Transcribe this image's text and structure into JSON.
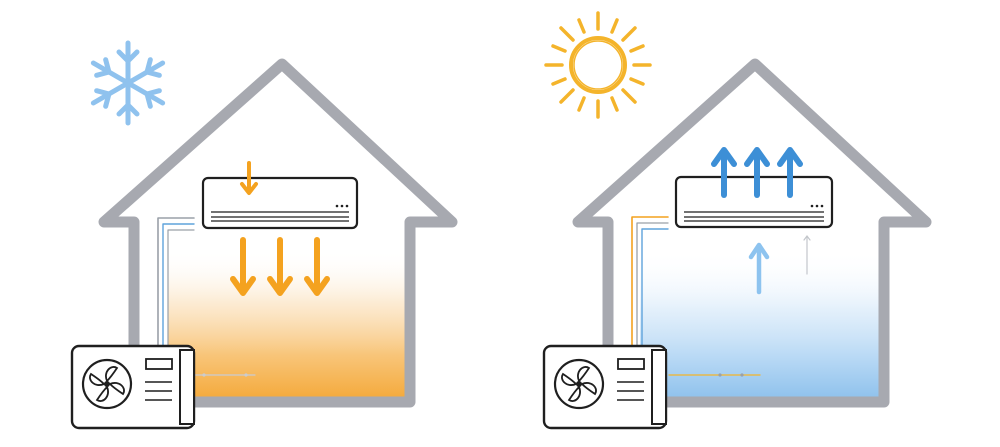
{
  "colors": {
    "house": "#a7a9b0",
    "orange": "#f4a21f",
    "orange_light": "#f7c26b",
    "blue": "#3d8fd6",
    "blue_light": "#8dc3ef",
    "unit_stroke": "#1f1f1f",
    "pipe_gray": "#9aa0a8",
    "snowflake": "#8fc2ee",
    "sun": "#f4b42b"
  },
  "panels": [
    {
      "mode": "heating",
      "weather_icon": "snowflake-icon",
      "airflow": "down",
      "fill": "orange"
    },
    {
      "mode": "cooling",
      "weather_icon": "sun-icon",
      "airflow": "up",
      "fill": "blue"
    }
  ]
}
